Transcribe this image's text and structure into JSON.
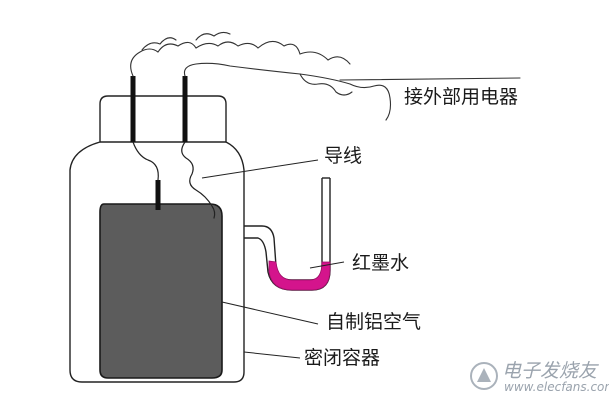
{
  "labels": {
    "external_device": "接外部用电器",
    "wire": "导线",
    "red_ink": "红墨水",
    "aluminum_air_battery": "自制铝空气",
    "sealed_container": "密闭容器"
  },
  "watermark": {
    "site_name": "电子发烧友",
    "url": "www.elecfans.com"
  },
  "colors": {
    "battery_fill": "#5c5c5c",
    "red_ink": "#d4148c",
    "line": "#222222"
  }
}
